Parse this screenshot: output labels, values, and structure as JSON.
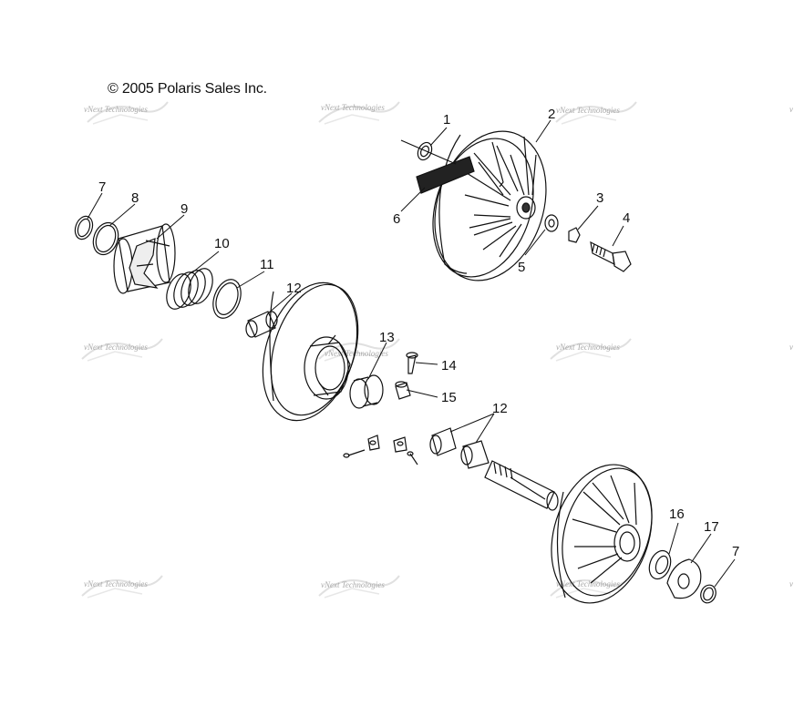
{
  "copyright": "© 2005 Polaris Sales Inc.",
  "watermark": "vNext Technologies",
  "callouts": [
    "1",
    "2",
    "3",
    "4",
    "5",
    "6",
    "7",
    "8",
    "9",
    "10",
    "11",
    "12",
    "13",
    "14",
    "15",
    "12",
    "16",
    "17",
    "7"
  ],
  "colors": {
    "ink": "#111111",
    "watermark": "#9a9a9a"
  }
}
